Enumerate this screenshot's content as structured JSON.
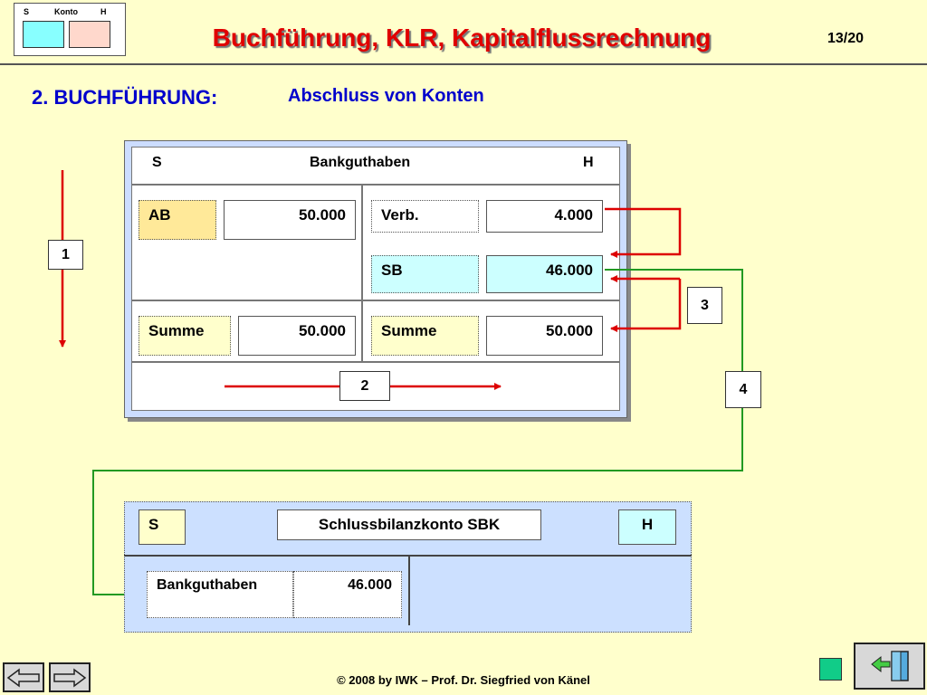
{
  "header": {
    "logo": {
      "s": "S",
      "konto": "Konto",
      "h": "H"
    },
    "title": "Buchführung, KLR, Kapitalflussrechnung",
    "page": "13/20"
  },
  "section": {
    "heading": "2. BUCHFÜHRUNG:",
    "subheading": "Abschluss von Konten"
  },
  "t_account": {
    "soll": "S",
    "name": "Bankguthaben",
    "haben": "H",
    "ab_label": "AB",
    "ab_value": "50.000",
    "verb_label": "Verb.",
    "verb_value": "4.000",
    "sb_label": "SB",
    "sb_value": "46.000",
    "summe_left_label": "Summe",
    "summe_left_value": "50.000",
    "summe_right_label": "Summe",
    "summe_right_value": "50.000"
  },
  "steps": [
    "1",
    "2",
    "3",
    "4"
  ],
  "sbk": {
    "soll": "S",
    "title": "Schlussbilanzkonto SBK",
    "haben": "H",
    "row_label": "Bankguthaben",
    "row_value": "46.000"
  },
  "footer": {
    "copyright": "© 2008 by IWK – Prof. Dr. Siegfried von Känel"
  },
  "colors": {
    "title_red": "#e00000",
    "heading_blue": "#0000cc",
    "arrow_red": "#dd0000",
    "arrow_green": "#229922"
  },
  "icons": [
    "back-arrow-icon",
    "forward-arrow-icon",
    "exit-door-icon"
  ]
}
